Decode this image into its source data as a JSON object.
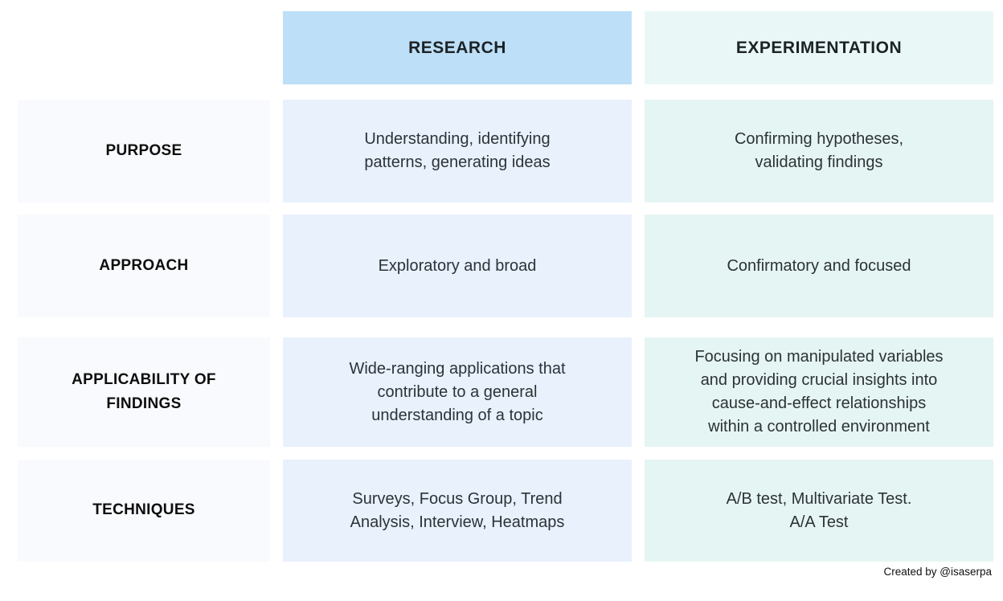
{
  "title": "Research vs Experimentation comparison table",
  "colors": {
    "research_header_bg": "#bddff7",
    "experimentation_header_bg": "#e9f8f6",
    "research_cell_bg": "#e8f1fc",
    "experimentation_cell_bg": "#e5f5f3",
    "label_cell_bg": "#f9fafd",
    "header_text": "#1c2226",
    "label_text": "#0d0d0d",
    "body_text": "#2c3237",
    "credit_text": "#111111"
  },
  "header": {
    "research": "RESEARCH",
    "experimentation": "EXPERIMENTATION"
  },
  "rows": [
    {
      "label": "PURPOSE",
      "research": "Understanding, identifying\npatterns, generating ideas",
      "experimentation": "Confirming hypotheses,\nvalidating findings"
    },
    {
      "label": "APPROACH",
      "research": "Exploratory and broad",
      "experimentation": "Confirmatory and focused"
    },
    {
      "label": "APPLICABILITY OF\nFINDINGS",
      "research": "Wide-ranging applications that\ncontribute to a general\nunderstanding of a topic",
      "experimentation": "Focusing on manipulated variables\nand providing crucial insights into\ncause-and-effect relationships\nwithin a controlled environment"
    },
    {
      "label": "TECHNIQUES",
      "research": "Surveys, Focus Group, Trend\nAnalysis, Interview, Heatmaps",
      "experimentation": "A/B test, Multivariate Test.\nA/A Test"
    }
  ],
  "credit": "Created by @isaserpa"
}
